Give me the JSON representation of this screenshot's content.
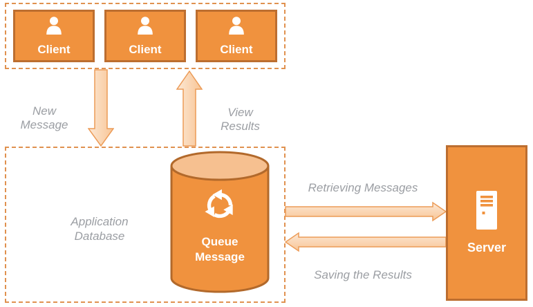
{
  "diagram": {
    "clients": [
      {
        "label": "Client"
      },
      {
        "label": "Client"
      },
      {
        "label": "Client"
      }
    ],
    "arrows": {
      "new_message": {
        "label": "New Message",
        "direction": "down"
      },
      "view_results": {
        "label": "View Results",
        "direction": "up"
      },
      "retrieving_messages": {
        "label": "Retrieving Messages",
        "direction": "right"
      },
      "saving_results": {
        "label": "Saving the Results",
        "direction": "left"
      }
    },
    "database": {
      "container_label": "Application Database",
      "cylinder_label": "Queue Message"
    },
    "server": {
      "label": "Server"
    }
  },
  "icons": {
    "client": "person-icon",
    "queue": "sync-arrows-icon",
    "server": "server-tower-icon"
  },
  "colors": {
    "node_fill": "#F0923E",
    "node_border": "#BC6E30",
    "cylinder_top_fill": "#F6C090",
    "cylinder_border": "#B2692B",
    "dashed_border": "#E0914F",
    "arrow_fill_light": "#FCE8D5",
    "arrow_fill_dark": "#F8C595",
    "arrow_border": "#EC9B57",
    "label_gray": "#9B9EA3",
    "label_white": "#FFFFFF"
  }
}
